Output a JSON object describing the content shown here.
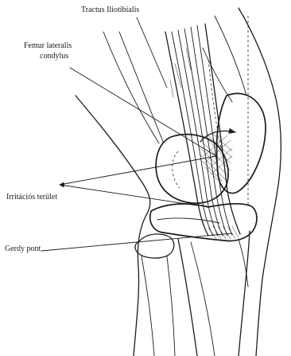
{
  "labels": {
    "tractus": "Tractus Iliotibialis",
    "femur_line1": "Femur lateralis",
    "femur_line2": "condylus",
    "irritacios": "Irritációs terület",
    "gerdy": "Gerdy pont"
  },
  "colors": {
    "background": "#ffffff",
    "ink": "#1c1c1c"
  }
}
